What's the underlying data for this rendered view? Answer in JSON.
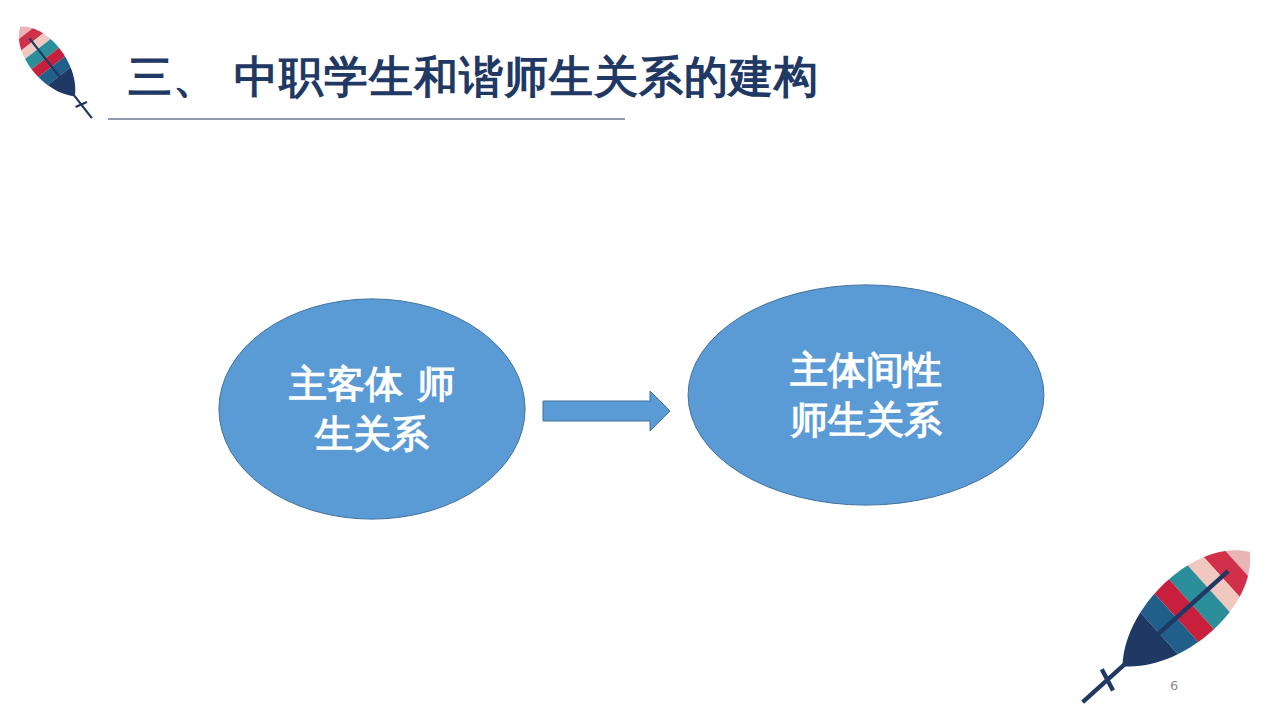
{
  "diagram": {
    "title": "三、 中职学生和谐师生关系的建构",
    "nodes": [
      {
        "text": [
          "主客体 师生关系"
        ]
      },
      {
        "text": [
          "主体间性 师生关系"
        ]
      }
    ],
    "edges": [
      {
        "from": 0,
        "to": 1,
        "arrow": "to"
      }
    ],
    "labels": [
      "6"
    ]
  }
}
